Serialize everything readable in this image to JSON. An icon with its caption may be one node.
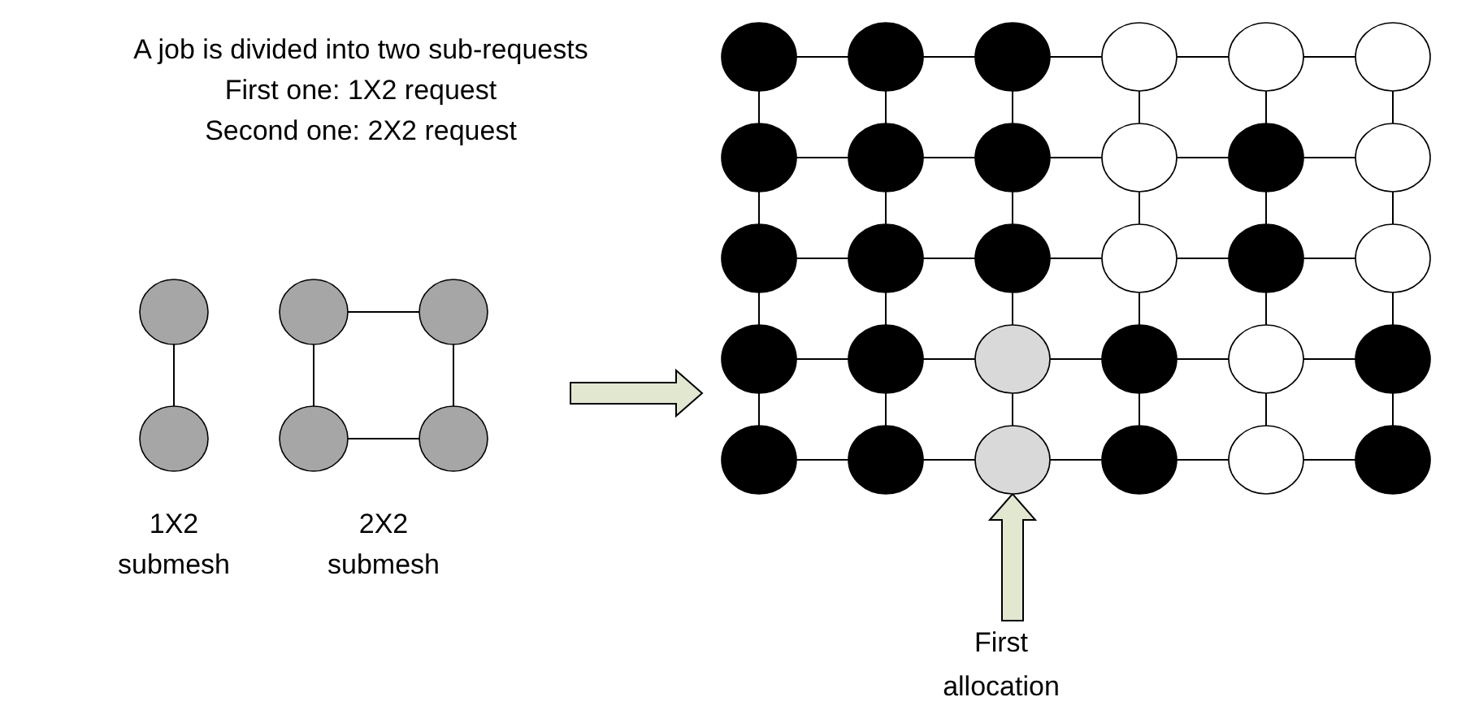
{
  "diagram": {
    "nodes": [
      {
        "text": [],
        "shape": "circle"
      },
      {
        "text": [],
        "shape": "circle"
      },
      {
        "text": [],
        "shape": "circle"
      },
      {
        "text": [],
        "shape": "circle"
      },
      {
        "text": [],
        "shape": "circle"
      },
      {
        "text": [],
        "shape": "circle"
      },
      {
        "text": [],
        "shape": "circle"
      },
      {
        "text": [],
        "shape": "circle"
      },
      {
        "text": [],
        "shape": "circle"
      },
      {
        "text": [],
        "shape": "circle"
      },
      {
        "text": [],
        "shape": "circle"
      },
      {
        "text": [],
        "shape": "circle"
      },
      {
        "text": [],
        "shape": "circle"
      },
      {
        "text": [],
        "shape": "circle"
      },
      {
        "text": [],
        "shape": "circle"
      },
      {
        "text": [],
        "shape": "circle"
      },
      {
        "text": [],
        "shape": "circle"
      },
      {
        "text": [],
        "shape": "circle"
      },
      {
        "text": [],
        "shape": "circle"
      },
      {
        "text": [],
        "shape": "circle"
      },
      {
        "text": [],
        "shape": "circle"
      },
      {
        "text": [],
        "shape": "circle"
      },
      {
        "text": [],
        "shape": "circle"
      },
      {
        "text": [],
        "shape": "circle"
      },
      {
        "text": [],
        "shape": "circle"
      },
      {
        "text": [],
        "shape": "circle"
      },
      {
        "text": [],
        "shape": "circle"
      },
      {
        "text": [],
        "shape": "circle"
      },
      {
        "text": [],
        "shape": "circle"
      },
      {
        "text": [],
        "shape": "circle"
      },
      {
        "text": [],
        "shape": "circle"
      },
      {
        "text": [],
        "shape": "circle"
      },
      {
        "text": [],
        "shape": "circle"
      },
      {
        "text": [],
        "shape": "circle"
      },
      {
        "text": [],
        "shape": "circle"
      },
      {
        "text": [],
        "shape": "circle"
      },
      {
        "text": [
          "First allocation"
        ]
      }
    ],
    "edges": [
      {
        "from": 0,
        "to": 1,
        "arrow": "none"
      },
      {
        "from": 2,
        "to": 3,
        "arrow": "none"
      },
      {
        "from": 4,
        "to": 5,
        "arrow": "none"
      },
      {
        "from": 2,
        "to": 4,
        "arrow": "none"
      },
      {
        "from": 3,
        "to": 5,
        "arrow": "none"
      },
      {
        "from": 6,
        "to": 7,
        "arrow": "none"
      },
      {
        "from": 7,
        "to": 8,
        "arrow": "none"
      },
      {
        "from": 8,
        "to": 9,
        "arrow": "none"
      },
      {
        "from": 9,
        "to": 10,
        "arrow": "none"
      },
      {
        "from": 10,
        "to": 11,
        "arrow": "none"
      },
      {
        "from": 12,
        "to": 13,
        "arrow": "none"
      },
      {
        "from": 13,
        "to": 14,
        "arrow": "none"
      },
      {
        "from": 14,
        "to": 15,
        "arrow": "none"
      },
      {
        "from": 15,
        "to": 16,
        "arrow": "none"
      },
      {
        "from": 16,
        "to": 17,
        "arrow": "none"
      },
      {
        "from": 18,
        "to": 19,
        "arrow": "none"
      },
      {
        "from": 19,
        "to": 20,
        "arrow": "none"
      },
      {
        "from": 20,
        "to": 21,
        "arrow": "none"
      },
      {
        "from": 21,
        "to": 22,
        "arrow": "none"
      },
      {
        "from": 22,
        "to": 23,
        "arrow": "none"
      },
      {
        "from": 24,
        "to": 25,
        "arrow": "none"
      },
      {
        "from": 25,
        "to": 26,
        "arrow": "none"
      },
      {
        "from": 26,
        "to": 27,
        "arrow": "none"
      },
      {
        "from": 27,
        "to": 28,
        "arrow": "none"
      },
      {
        "from": 28,
        "to": 29,
        "arrow": "none"
      },
      {
        "from": 30,
        "to": 31,
        "arrow": "none"
      },
      {
        "from": 31,
        "to": 32,
        "arrow": "none"
      },
      {
        "from": 32,
        "to": 33,
        "arrow": "none"
      },
      {
        "from": 33,
        "to": 34,
        "arrow": "none"
      },
      {
        "from": 34,
        "to": 35,
        "arrow": "none"
      },
      {
        "from": 6,
        "to": 12,
        "arrow": "none"
      },
      {
        "from": 7,
        "to": 13,
        "arrow": "none"
      },
      {
        "from": 8,
        "to": 14,
        "arrow": "none"
      },
      {
        "from": 9,
        "to": 15,
        "arrow": "none"
      },
      {
        "from": 10,
        "to": 16,
        "arrow": "none"
      },
      {
        "from": 11,
        "to": 17,
        "arrow": "none"
      },
      {
        "from": 12,
        "to": 18,
        "arrow": "none"
      },
      {
        "from": 13,
        "to": 19,
        "arrow": "none"
      },
      {
        "from": 14,
        "to": 20,
        "arrow": "none"
      },
      {
        "from": 15,
        "to": 21,
        "arrow": "none"
      },
      {
        "from": 16,
        "to": 22,
        "arrow": "none"
      },
      {
        "from": 17,
        "to": 23,
        "arrow": "none"
      },
      {
        "from": 18,
        "to": 24,
        "arrow": "none"
      },
      {
        "from": 19,
        "to": 25,
        "arrow": "none"
      },
      {
        "from": 20,
        "to": 26,
        "arrow": "none"
      },
      {
        "from": 21,
        "to": 27,
        "arrow": "none"
      },
      {
        "from": 22,
        "to": 28,
        "arrow": "none"
      },
      {
        "from": 23,
        "to": 29,
        "arrow": "none"
      },
      {
        "from": 24,
        "to": 30,
        "arrow": "none"
      },
      {
        "from": 25,
        "to": 31,
        "arrow": "none"
      },
      {
        "from": 26,
        "to": 32,
        "arrow": "none"
      },
      {
        "from": 27,
        "to": 33,
        "arrow": "none"
      },
      {
        "from": 28,
        "to": 34,
        "arrow": "none"
      },
      {
        "from": 29,
        "to": 35,
        "arrow": "none"
      },
      {
        "from": 36,
        "to": 32,
        "arrow": "to",
        "style": "thick"
      }
    ],
    "labels": [
      "A job is divided into two sub-requests",
      "First one: 1X2 request",
      "Second one: 2X2 request",
      "1X2 submesh",
      "2X2 submesh"
    ]
  }
}
